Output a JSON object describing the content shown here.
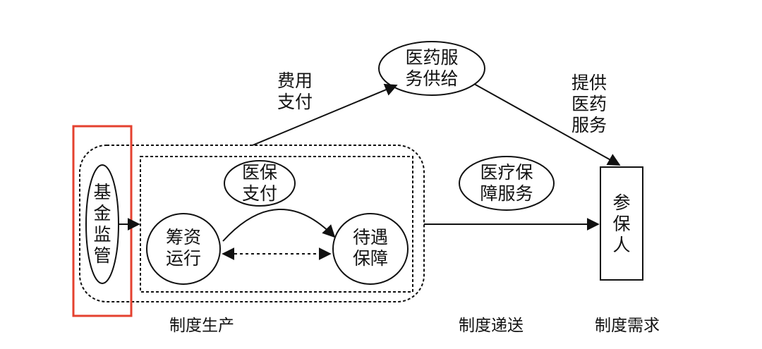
{
  "nodes": {
    "fund_supervision": [
      "基",
      "金",
      "监",
      "管"
    ],
    "fund_operation": [
      "筹资",
      "运行"
    ],
    "benefit_guarantee": [
      "待遇",
      "保障"
    ],
    "medical_insurance_payment": [
      "医保",
      "支付"
    ],
    "medical_service_supply": [
      "医药服",
      "务供给"
    ],
    "medical_insurance_service": [
      "医疗保",
      "障服务"
    ],
    "insured": [
      "参",
      "保",
      "人"
    ]
  },
  "edge_labels": {
    "fee_payment": [
      "费用",
      "支付"
    ],
    "provide_service": [
      "提供",
      "医药",
      "服务"
    ]
  },
  "captions": {
    "production": "制度生产",
    "delivery": "制度递送",
    "demand": "制度需求"
  },
  "colors": {
    "highlight": "#e4412f",
    "line": "#111111"
  }
}
